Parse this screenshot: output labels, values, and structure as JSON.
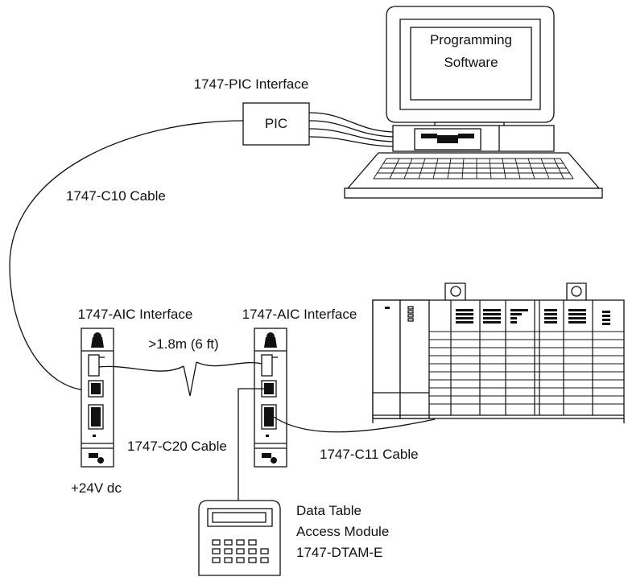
{
  "labels": {
    "programming_software_line1": "Programming",
    "programming_software_line2": "Software",
    "pic_interface": "1747-PIC Interface",
    "pic_box": "PIC",
    "c10_cable": "1747-C10 Cable",
    "aic_interface_left": "1747-AIC Interface",
    "aic_interface_right": "1747-AIC Interface",
    "distance": ">1.8m (6 ft)",
    "c20_cable": "1747-C20 Cable",
    "c11_cable": "1747-C11 Cable",
    "power": "+24V dc",
    "dtam_line1": "Data Table",
    "dtam_line2": "Access Module",
    "dtam_line3": "1747-DTAM-E"
  }
}
